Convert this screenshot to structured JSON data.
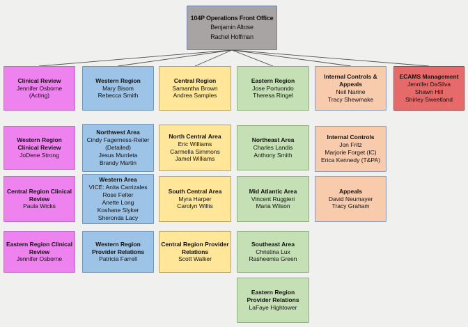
{
  "palette": {
    "background": "#f0f0ee",
    "connector": "#4d4d4d",
    "gray": {
      "fill": "#a8a4a3",
      "border": "#7081ad"
    },
    "pink": {
      "fill": "#ee82ee",
      "border": "#b86ecb"
    },
    "blue": {
      "fill": "#9dc3e6",
      "border": "#7094b8"
    },
    "yellow": {
      "fill": "#ffe699",
      "border": "#b3a35e"
    },
    "green": {
      "fill": "#c5e0b4",
      "border": "#8fae7d"
    },
    "peach": {
      "fill": "#f8cbad",
      "border": "#8d9db5"
    },
    "red": {
      "fill": "#e76a6a",
      "border": "#9c4646"
    }
  },
  "boxes": {
    "front_office": {
      "title": "104P Operations Front Office",
      "names": [
        "Benjamin Altose",
        "Rachel Hoffman"
      ]
    },
    "clinical_review": {
      "title": "Clinical Review",
      "names": [
        "Jennifer Osborne",
        "(Acting)"
      ]
    },
    "western_region": {
      "title": "Western Region",
      "names": [
        "Mary Bisom",
        "Rebecca Smith"
      ]
    },
    "central_region": {
      "title": "Central Region",
      "names": [
        "Samantha Brown",
        "Andrea Samples"
      ]
    },
    "eastern_region": {
      "title": "Eastern Region",
      "names": [
        "Jose Portuondo",
        "Theresa Ringel"
      ]
    },
    "internal_controls_appeals": {
      "title": "Internal Controls & Appeals",
      "names": [
        "Neil Narine",
        "Tracy Shewmake"
      ]
    },
    "ecams_management": {
      "title": "ECAMS Management",
      "names": [
        "Jennifer DaSilva",
        "Shawn Hill",
        "Shirley Sweetland"
      ]
    },
    "western_region_clinical_review": {
      "title": "Western Region Clinical Review",
      "names": [
        "JoDene Strong"
      ]
    },
    "northwest_area": {
      "title": "Northwest Area",
      "names": [
        "Cindy Fagerness-Reiter",
        "(Detailed)",
        "Jesus Murrieta",
        "Brandy Martin"
      ]
    },
    "north_central_area": {
      "title": "North Central Area",
      "names": [
        "Eric Williams",
        "Carmella Simmons",
        "Jamel Williams"
      ]
    },
    "northeast_area": {
      "title": "Northeast Area",
      "names": [
        "Charles Landis",
        "Anthony Smith"
      ]
    },
    "internal_controls": {
      "title": "Internal Controls",
      "names": [
        "Jon Fritz",
        "Marjorie Forget (IC)",
        "Erica Kennedy (T&PA)"
      ]
    },
    "central_region_clinical_review": {
      "title": "Central Region Clinical Review",
      "names": [
        "Paula Wicks"
      ]
    },
    "western_area": {
      "title": "Western Area",
      "names": [
        "VICE: Anita Carrizales",
        "Rose Felter",
        "Anette Long",
        "Koshane Slyker",
        "Sheronda Lacy"
      ]
    },
    "south_central_area": {
      "title": "South Central Area",
      "names": [
        "Myra Harper",
        "Carolyn Willis"
      ]
    },
    "mid_atlantic_area": {
      "title": "Mid Atlantic Area",
      "names": [
        "Vincent Ruggieri",
        "Maria Wilson"
      ]
    },
    "appeals": {
      "title": "Appeals",
      "names": [
        "David Neumayer",
        "Tracy Graham"
      ]
    },
    "eastern_region_clinical_review": {
      "title": "Eastern Region Clinical Review",
      "names": [
        "Jennifer Osborne"
      ]
    },
    "western_region_provider_relations": {
      "title": "Western Region Provider Relations",
      "names": [
        "Patricia Farrell"
      ]
    },
    "central_region_provider_relations": {
      "title": "Central Region Provider Relations",
      "names": [
        "Scott Walker"
      ]
    },
    "southeast_area": {
      "title": "Southeast Area",
      "names": [
        "Christina Lux",
        "Rasheemia Green"
      ]
    },
    "eastern_region_provider_relations": {
      "title": "Eastern Region Provider Relations",
      "names": [
        "LaFaye Hightower"
      ]
    }
  }
}
